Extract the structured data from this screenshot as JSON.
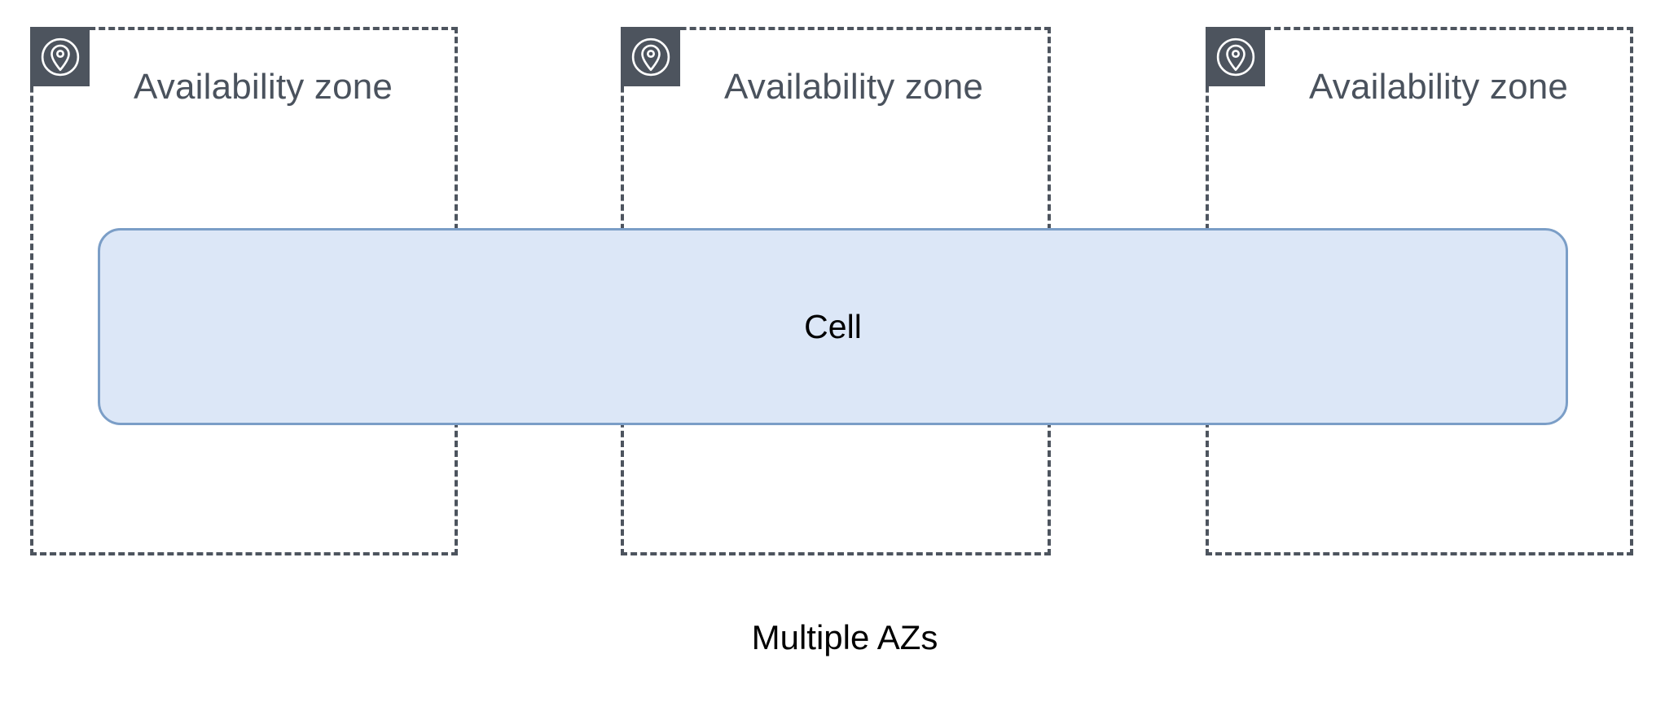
{
  "diagram": {
    "title": "Multiple AZs",
    "bottom_caption": "Multiple AZs",
    "colors": {
      "icon_tile": "#4d545e",
      "icon_glyph": "#ffffff",
      "zone_border": "#4d545e",
      "zone_label_text": "#4a525d",
      "cell_fill": "#dce7f7",
      "cell_border": "#7b9ec7",
      "cell_text": "#000000",
      "caption_text": "#000000",
      "background": "#ffffff"
    },
    "zones": [
      {
        "label": "Availability zone",
        "icon": "availability-zone-pin-icon"
      },
      {
        "label": "Availability zone",
        "icon": "availability-zone-pin-icon"
      },
      {
        "label": "Availability zone",
        "icon": "availability-zone-pin-icon"
      }
    ],
    "cell": {
      "label": "Cell",
      "spans_zones": 3
    }
  }
}
